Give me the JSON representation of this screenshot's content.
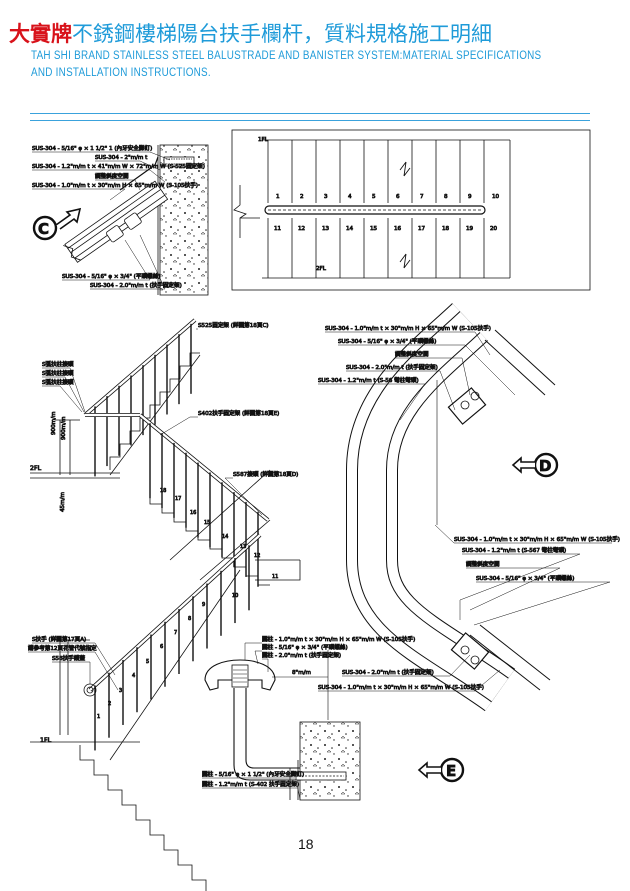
{
  "header": {
    "brand": "大實牌",
    "title_zh": "不銹鋼樓梯陽台扶手欄杆，質料規格施工明細",
    "title_en_line1": "TAH SHI BRAND  STAINLESS STEEL BALUSTRADE AND BANISTER SYSTEM:MATERIAL SPECIFICATIONS",
    "title_en_line2": "AND INSTALLATION INSTRUCTIONS."
  },
  "colors": {
    "brand": "#d8121a",
    "title": "#1f9bd9",
    "rule": "#3aa2dc"
  },
  "detail_c": {
    "marker": "C",
    "labels": [
      "SUS-304 - 5/16\" φ × 1 1/2\" 1 (內牙安全膨釘)",
      "SUS-304 - 2\"m/m t",
      "SUS-304 - 1.2\"m/m t × 41\"m/m W × 72\"m/m W (S-525固定架)",
      "調整斜度空間",
      "SUS-304 - 1.0\"m/m t × 30\"m/m H × 65\"m/m W (S-105扶手)",
      "SUS-304 - 5/16\" φ × 3/4\" (平頭螺絲)",
      "SUS-304 - 2.0\"m/m t (扶手固定架)"
    ]
  },
  "plan": {
    "floor_top": "1FL",
    "floor_bottom": "2FL",
    "numbers_top": [
      "1",
      "2",
      "3",
      "4",
      "5",
      "6",
      "7",
      "8",
      "9",
      "10"
    ],
    "numbers_bottom": [
      "11",
      "12",
      "13",
      "14",
      "15",
      "16",
      "17",
      "18",
      "19",
      "20"
    ]
  },
  "elevation": {
    "labels_top": [
      "S525固定架 (詳圖第18頁C)",
      "S弧扶柱接頭",
      "S弧扶柱接頭",
      "S弧扶柱接頭",
      "S402扶手固定架 (詳圖第18頁E)",
      "S587接頭 (詳圖第18頁D)"
    ],
    "labels_bottom": [
      "S扶手 (詳圖第17頁A)",
      "請參考第12頁花管代號指定",
      "S58扶手護蓋"
    ],
    "floor_2": "2FL",
    "floor_1": "1FL",
    "dims": [
      "900m/m",
      "900m/m",
      "45m/m"
    ],
    "step_numbers": [
      "1",
      "2",
      "3",
      "4",
      "5",
      "6",
      "7",
      "8",
      "9",
      "10",
      "11",
      "12",
      "13",
      "14",
      "15",
      "16",
      "17",
      "18"
    ]
  },
  "detail_d": {
    "marker": "D",
    "labels_top": [
      "SUS-304 - 1.0\"m/m t × 30\"m/m H × 65\"m/m W (S-105扶手)",
      "SUS-304 - 5/16\" φ × 3/4\" (平頭螺絲)",
      "調整斜度空間",
      "SUS-304 - 2.0\"m/m t (扶手固定架)",
      "SUS-304 - 1.2\"m/m t (S-56 彎柱彎頭)"
    ],
    "labels_right": [
      "SUS-304 - 1.0\"m/m t × 30\"m/m H × 65\"m/m W (S-105扶手)",
      "SUS-304 - 1.2\"m/m t (S-567 彎柱彎頭)",
      "調整斜度空間",
      "SUS-304 - 5/16\" φ × 3/4\" (平頭螺絲)"
    ],
    "labels_bottom": [
      "SUS-304 - 2.0\"m/m t (扶手固定架)",
      "SUS-304 - 1.0\"m/m t × 30\"m/m H × 65\"m/m W (S-105扶手)"
    ]
  },
  "detail_e": {
    "marker": "E",
    "labels": [
      "圓柱 - 1.0\"m/m t × 30\"m/m H × 65\"m/m W (S-105扶手)",
      "圓柱 - 5/16\" φ × 3/4\" (平頭螺絲)",
      "圓柱 - 2.0\"m/m t (扶手固定架)",
      "圓柱 - 5/16\" φ × 1 1/2\" (內牙安全膨釘)",
      "圓柱 - 1.2\"m/m t (S-402 扶手固定架)"
    ],
    "dim": "8\"m/m"
  },
  "page_number": "18"
}
